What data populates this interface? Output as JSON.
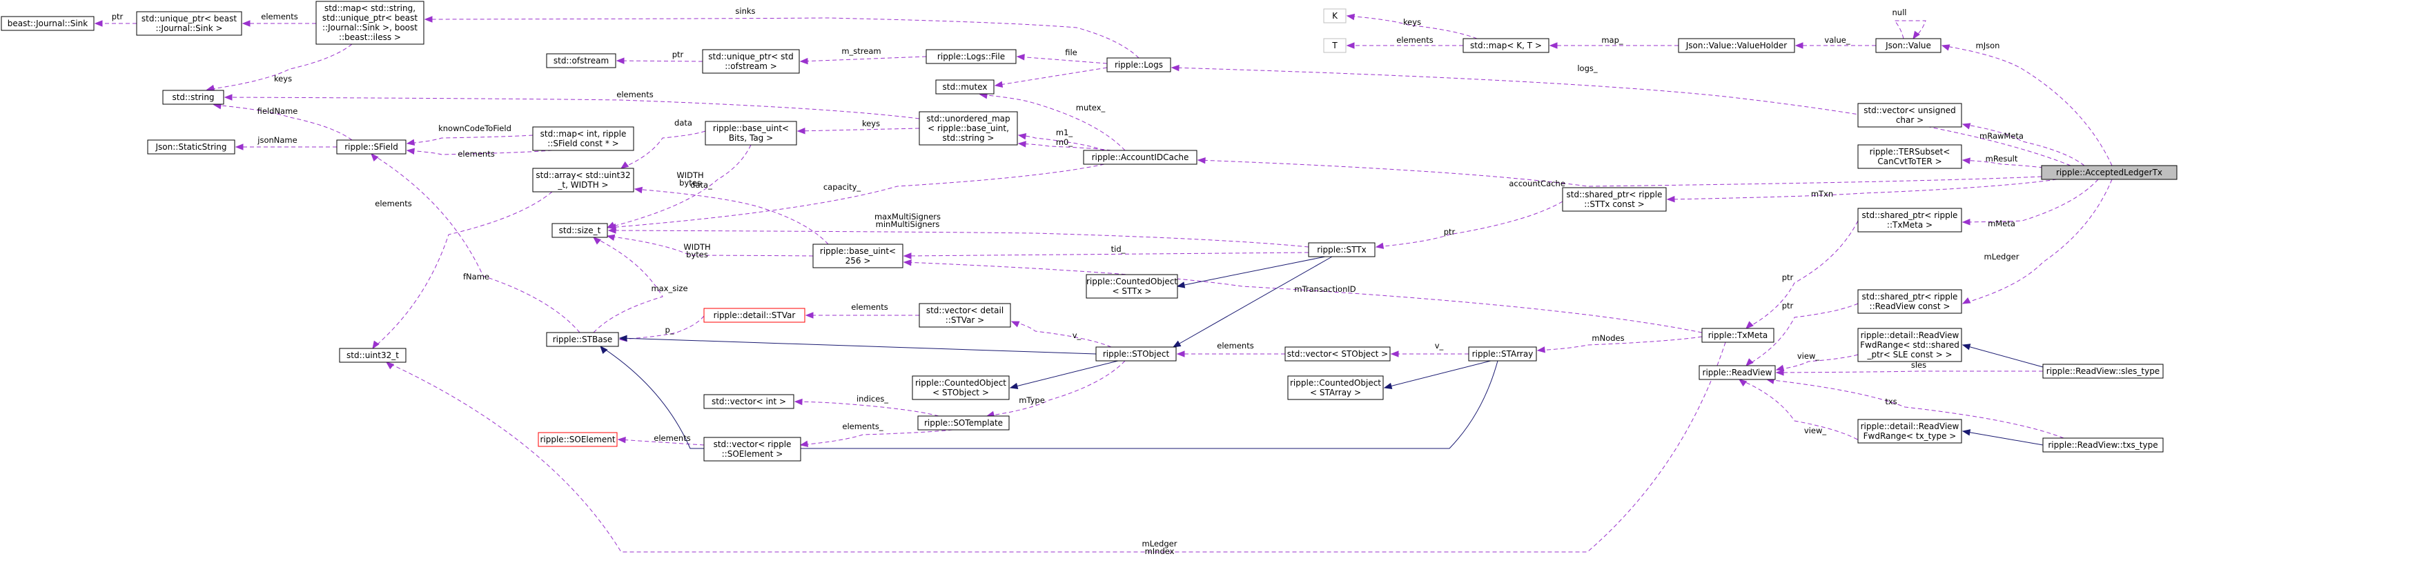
{
  "nodes": {
    "beast_sink": [
      "beast::Journal::Sink"
    ],
    "uptr_sink": [
      "std::unique_ptr< beast",
      "::Journal::Sink >"
    ],
    "map_sinks": [
      "std::map< std::string,",
      " std::unique_ptr< beast",
      "::Journal::Sink >, boost",
      "::beast::iless >"
    ],
    "string": [
      "std::string"
    ],
    "json_static": [
      "Json::StaticString"
    ],
    "sfield": [
      "ripple::SField"
    ],
    "map_int_sfield": [
      "std::map< int, ripple",
      "::SField const * >"
    ],
    "array_uint32": [
      "std::array< std::uint32",
      "_t, WIDTH >"
    ],
    "size_t": [
      "std::size_t"
    ],
    "uint32": [
      "std::uint32_t"
    ],
    "stbase": [
      "ripple::STBase"
    ],
    "ofstream": [
      "std::ofstream"
    ],
    "uptr_ofstream": [
      "std::unique_ptr< std",
      "::ofstream >"
    ],
    "logs_file": [
      "ripple::Logs::File"
    ],
    "logs": [
      "ripple::Logs"
    ],
    "mutex": [
      "std::mutex"
    ],
    "base_uint_bits": [
      "ripple::base_uint<",
      " Bits, Tag >"
    ],
    "unordered_map": [
      "std::unordered_map",
      "< ripple::base_uint,",
      " std::string >"
    ],
    "account_cache": [
      "ripple::AccountIDCache"
    ],
    "base_uint_256": [
      "ripple::base_uint<",
      " 256 >"
    ],
    "stvar": [
      "ripple::detail::STVar"
    ],
    "vector_stvar": [
      "std::vector< detail",
      "::STVar >"
    ],
    "counted_sttx": [
      "ripple::CountedObject",
      "< STTx >"
    ],
    "sttx": [
      "ripple::STTx"
    ],
    "stobject": [
      "ripple::STObject"
    ],
    "counted_stobject": [
      "ripple::CountedObject",
      "< STObject >"
    ],
    "vector_int": [
      "std::vector< int >"
    ],
    "sotemplate": [
      "ripple::SOTemplate"
    ],
    "soelement": [
      "ripple::SOElement"
    ],
    "vector_soelement": [
      "std::vector< ripple",
      "::SOElement >"
    ],
    "vector_stobject": [
      "std::vector< STObject >"
    ],
    "starray": [
      "ripple::STArray"
    ],
    "counted_starray": [
      "ripple::CountedObject",
      "< STArray >"
    ],
    "k": [
      "K"
    ],
    "t": [
      "T"
    ],
    "map_kt": [
      "std::map< K, T >"
    ],
    "valueholder": [
      "Json::Value::ValueHolder"
    ],
    "json_value": [
      "Json::Value"
    ],
    "sptr_sttx": [
      "std::shared_ptr< ripple",
      "::STTx const >"
    ],
    "vector_uchar": [
      "std::vector< unsigned",
      " char >"
    ],
    "tersubset": [
      "ripple::TERSubset<",
      " CanCvtToTER >"
    ],
    "accepted": [
      "ripple::AcceptedLedgerTx"
    ],
    "sptr_txmeta": [
      "std::shared_ptr< ripple",
      "::TxMeta >"
    ],
    "sptr_readview": [
      "std::shared_ptr< ripple",
      "::ReadView const >"
    ],
    "txmeta": [
      "ripple::TxMeta"
    ],
    "readview": [
      "ripple::ReadView"
    ],
    "fwd_sle": [
      "ripple::detail::ReadView",
      "FwdRange< std::shared",
      "_ptr< SLE const > >"
    ],
    "fwd_tx": [
      "ripple::detail::ReadView",
      "FwdRange< tx_type >"
    ],
    "sles_type": [
      "ripple::ReadView::sles_type"
    ],
    "txs_type": [
      "ripple::ReadView::txs_type"
    ]
  },
  "edge_labels": {
    "ptr": "ptr",
    "elements": "elements",
    "sinks": "sinks",
    "keys": "keys",
    "fieldName": "fieldName",
    "jsonName": "jsonName",
    "knownCodeToField": "knownCodeToField",
    "data": "data",
    "width_bytes": [
      "WIDTH",
      "bytes"
    ],
    "data_": "data_",
    "m_stream": "m_stream",
    "file": "file",
    "mutex_": "mutex_",
    "m1": "m1_",
    "m0": "m0_",
    "capacity": "capacity_",
    "maxMultiSigners": [
      "maxMultiSigners",
      "minMultiSigners"
    ],
    "tid": "tid_",
    "max_size": "max_size",
    "p": "p_",
    "fName": "fName",
    "v": "v_",
    "mType": "mType",
    "indices": "indices_",
    "elements_": "elements_",
    "mTransactionID": "mTransactionID",
    "mNodes": "mNodes",
    "map": "map_",
    "value": "value_",
    "null": "null",
    "mJson": "mJson",
    "logs": "logs_",
    "mRawMeta": "mRawMeta",
    "mResult": "mResult",
    "accountCache": "accountCache_",
    "mTxn": "mTxn",
    "mMeta": "mMeta",
    "mLedger": "mLedger",
    "view": "view_",
    "sles": "sles",
    "txs": "txs",
    "mLedger_mIndex": [
      "mLedger",
      "mIndex"
    ]
  },
  "colors": {
    "dashed_edge": "#9a32cd",
    "solid_edge": "#191970",
    "root_fill": "#bfbfbf",
    "red_node_border": "#ff0000",
    "gray_node_border": "#bfbfbf"
  }
}
